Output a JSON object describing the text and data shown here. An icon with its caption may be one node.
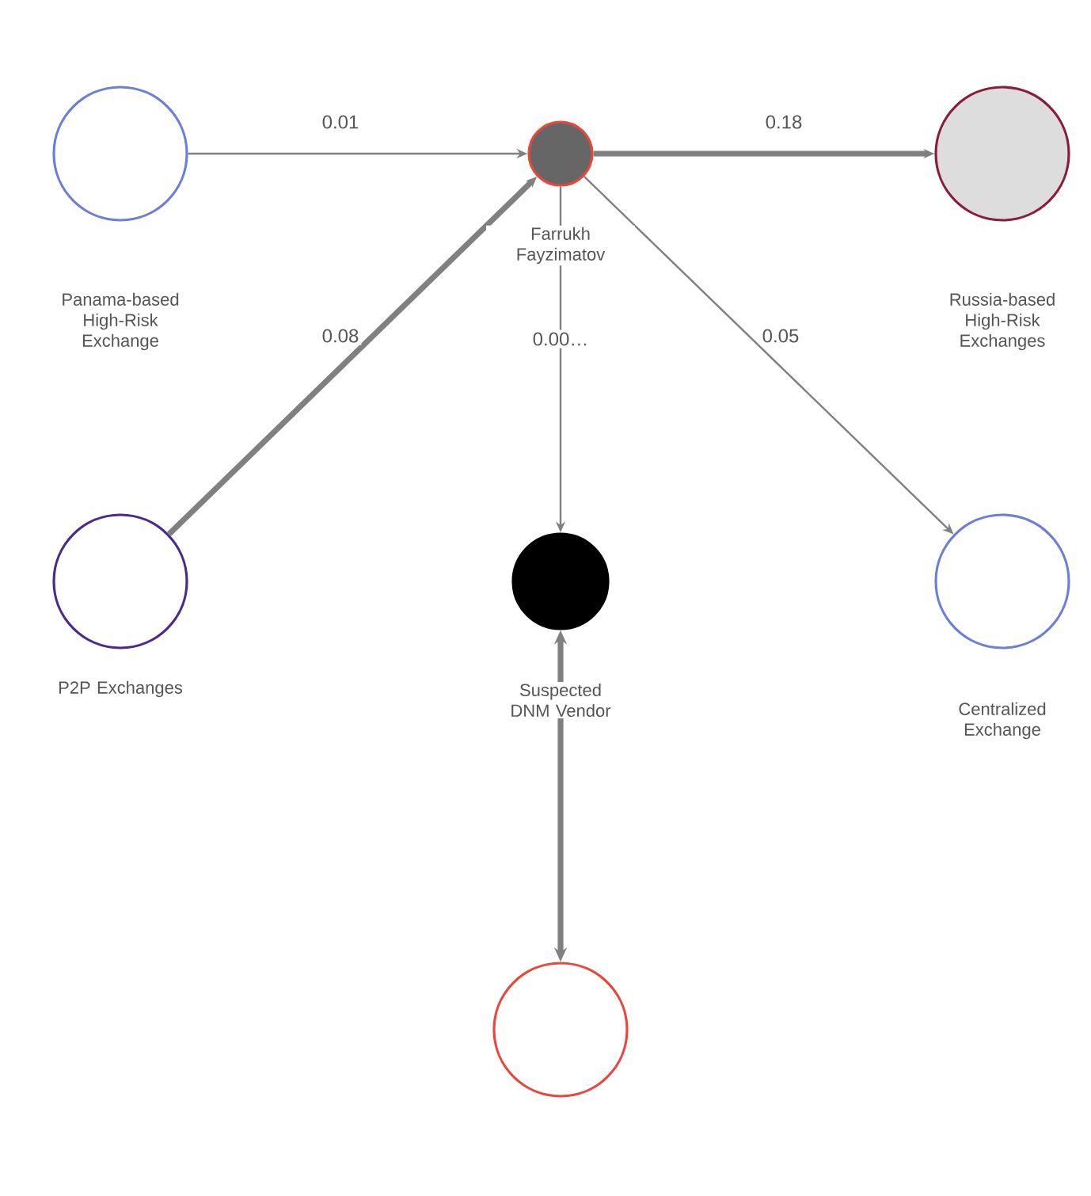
{
  "diagram": {
    "nodes": [
      {
        "text": [
          "Panama-based High-Risk Exchange"
        ]
      },
      {
        "text": [
          "Farrukh Fayzimatov"
        ]
      },
      {
        "text": [
          "Russia-based High-Risk Exchanges"
        ]
      },
      {
        "text": [
          "P2P Exchanges"
        ]
      },
      {
        "text": [
          "Suspected DNM Vendor"
        ]
      },
      {
        "text": [
          "Centralized Exchange"
        ]
      },
      {
        "text": [],
        "shape": "circle"
      }
    ],
    "edges": [
      {
        "from": 0,
        "to": 1,
        "arrow": "to",
        "label": "0.01"
      },
      {
        "from": 1,
        "to": 2,
        "arrow": "to",
        "label": "0.18",
        "style": "thick"
      },
      {
        "from": 3,
        "to": 1,
        "arrow": "to",
        "label": "0.08",
        "style": "thick"
      },
      {
        "from": 1,
        "to": 4,
        "arrow": "to",
        "label": "0.00…"
      },
      {
        "from": 1,
        "to": 5,
        "arrow": "to",
        "label": "0.05"
      },
      {
        "from": 4,
        "to": 6,
        "arrow": "both",
        "style": "thick"
      }
    ]
  }
}
